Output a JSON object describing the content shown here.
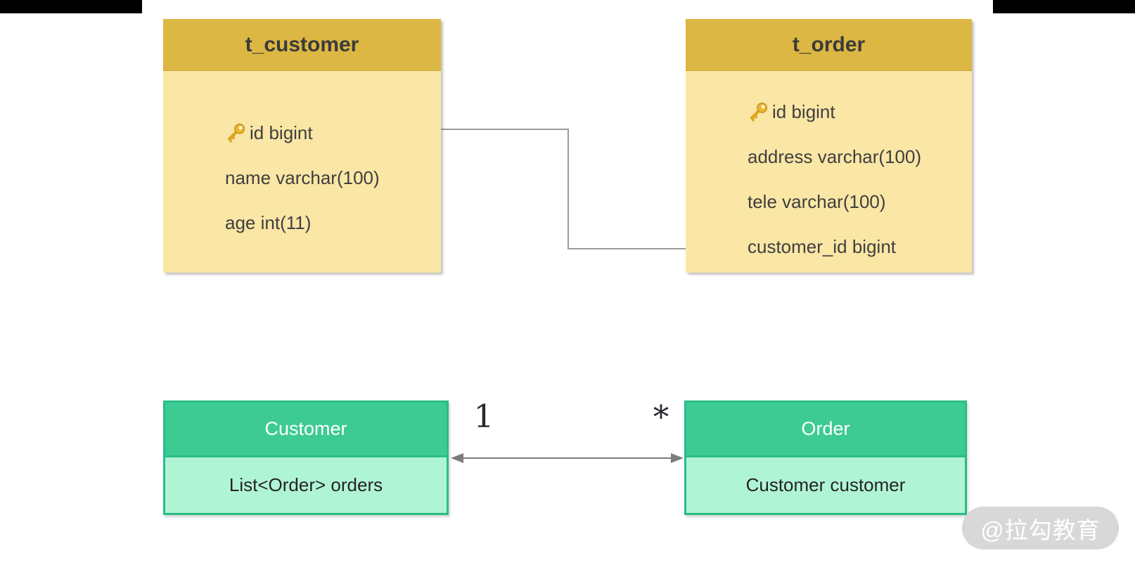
{
  "er_tables": [
    {
      "title": "t_customer",
      "fields": [
        {
          "label": "id bigint",
          "primary_key": true,
          "has_ref_marker": true
        },
        {
          "label": "name varchar(100)",
          "primary_key": false
        },
        {
          "label": "age int(11)",
          "primary_key": false
        }
      ]
    },
    {
      "title": "t_order",
      "fields": [
        {
          "label": "id bigint",
          "primary_key": true
        },
        {
          "label": "address varchar(100)",
          "primary_key": false
        },
        {
          "label": "tele varchar(100)",
          "primary_key": false
        },
        {
          "label": "customer_id bigint",
          "primary_key": false
        }
      ]
    }
  ],
  "uml_classes": [
    {
      "title": "Customer",
      "attribute": "List<Order> orders"
    },
    {
      "title": "Order",
      "attribute": "Customer customer"
    }
  ],
  "association": {
    "source_multiplicity": "1",
    "target_multiplicity": "*"
  },
  "watermark": {
    "label": "@拉勾教育"
  },
  "colors": {
    "table_header": "#dcb743",
    "table_body": "#fae6a5",
    "class_header": "#3dcb93",
    "class_body": "#b0f4d6",
    "class_border": "#2abd86",
    "er_connector": "#9b9b9b",
    "association_arrow": "#7c7c7c",
    "key_icon_gold": "#eeb62f"
  }
}
